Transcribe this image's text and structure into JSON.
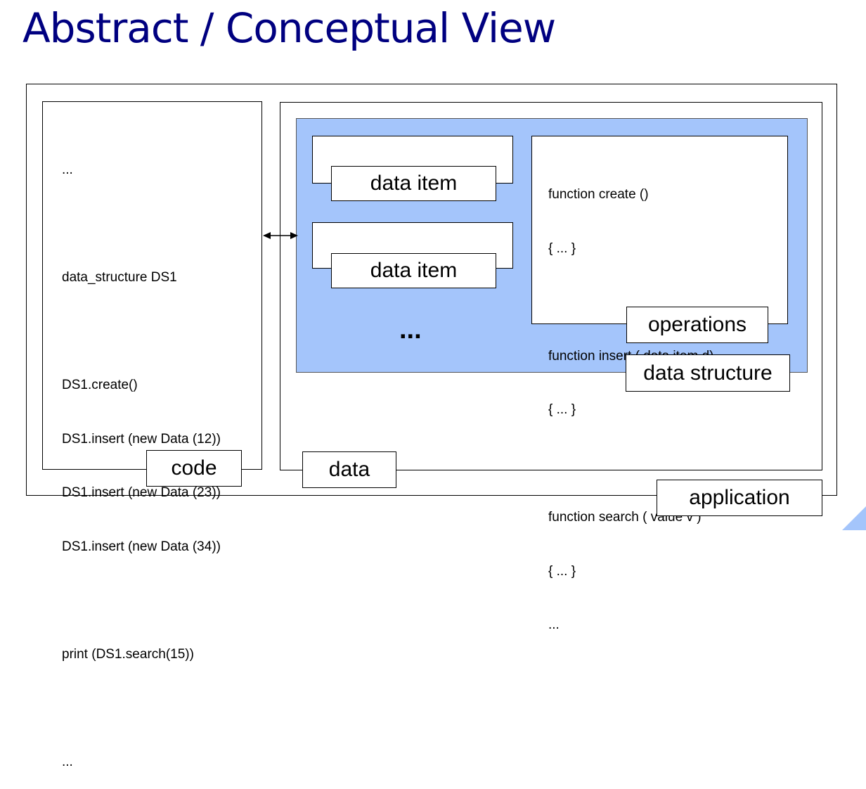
{
  "title": "Abstract / Conceptual View",
  "code_panel": {
    "lines": [
      "...",
      "",
      "data_structure DS1",
      "",
      "DS1.create()",
      "DS1.insert (new Data (12))",
      "DS1.insert (new Data (23))",
      "DS1.insert (new Data (34))",
      "",
      "print (DS1.search(15))",
      "",
      "..."
    ],
    "label": "code"
  },
  "data_panel": {
    "label": "data"
  },
  "application_panel": {
    "label": "application"
  },
  "data_structure": {
    "label": "data structure",
    "items": [
      {
        "label": "data item"
      },
      {
        "label": "data item"
      }
    ],
    "more": "...",
    "operations": {
      "label": "operations",
      "lines": [
        "function create ()",
        "{ ... }",
        "",
        "function insert ( data item d)",
        "{ ... }",
        "",
        "function search ( value v )",
        "{ ... }",
        "..."
      ]
    }
  },
  "colors": {
    "title": "#000080",
    "data_structure_fill": "#a4c5fb",
    "corner_accent": "#a4c5fb"
  }
}
